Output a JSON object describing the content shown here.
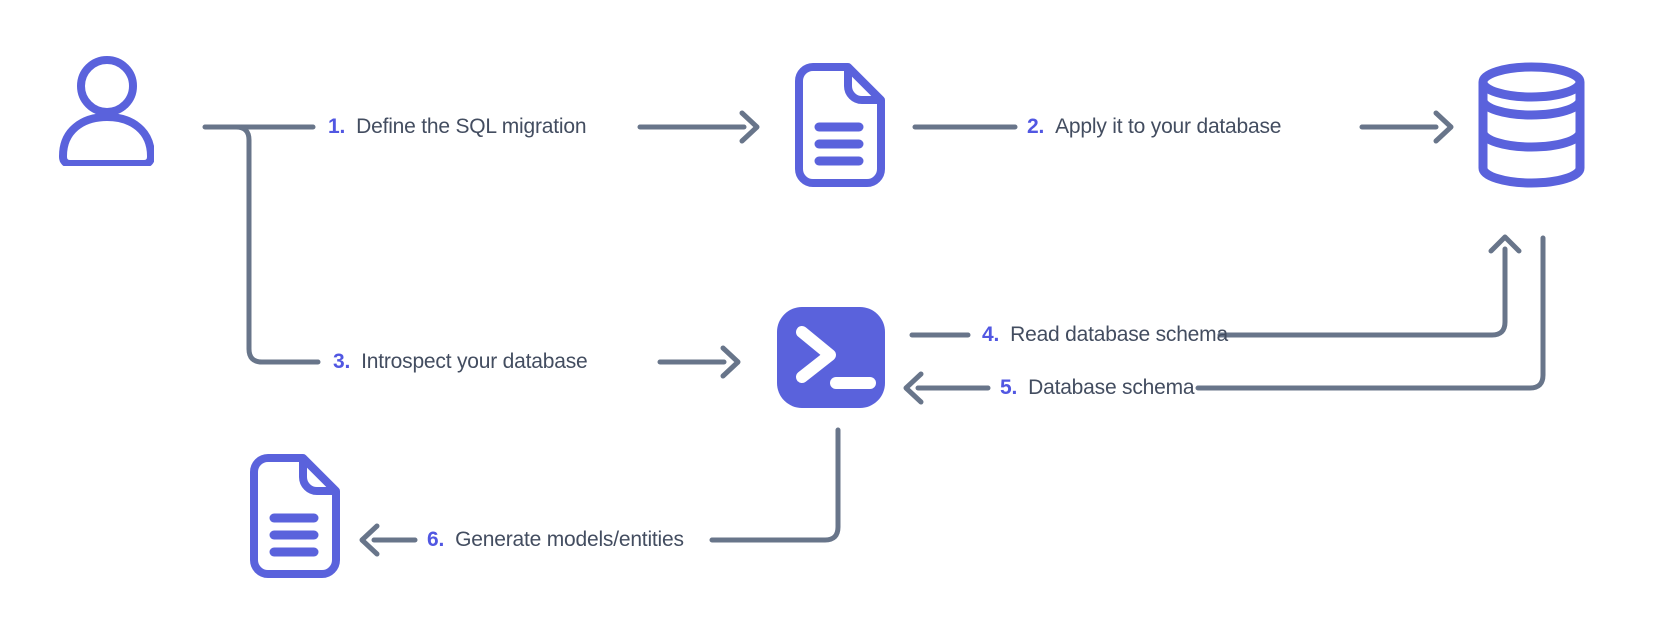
{
  "diagram": {
    "description": "Database migration workflow diagram",
    "colors": {
      "accent": "#5a62dc",
      "step_number": "#5157e2",
      "connector": "#68758a",
      "label_text": "#434d60",
      "background": "#ffffff"
    },
    "icons": [
      {
        "name": "user-icon"
      },
      {
        "name": "file-text-icon"
      },
      {
        "name": "database-icon"
      },
      {
        "name": "terminal-icon"
      },
      {
        "name": "file-text-icon"
      }
    ],
    "steps": [
      {
        "number": "1.",
        "label": "Define the SQL migration"
      },
      {
        "number": "2.",
        "label": "Apply it to your database"
      },
      {
        "number": "3.",
        "label": "Introspect your database"
      },
      {
        "number": "4.",
        "label": "Read database schema"
      },
      {
        "number": "5.",
        "label": "Database schema"
      },
      {
        "number": "6.",
        "label": "Generate models/entities"
      }
    ]
  }
}
